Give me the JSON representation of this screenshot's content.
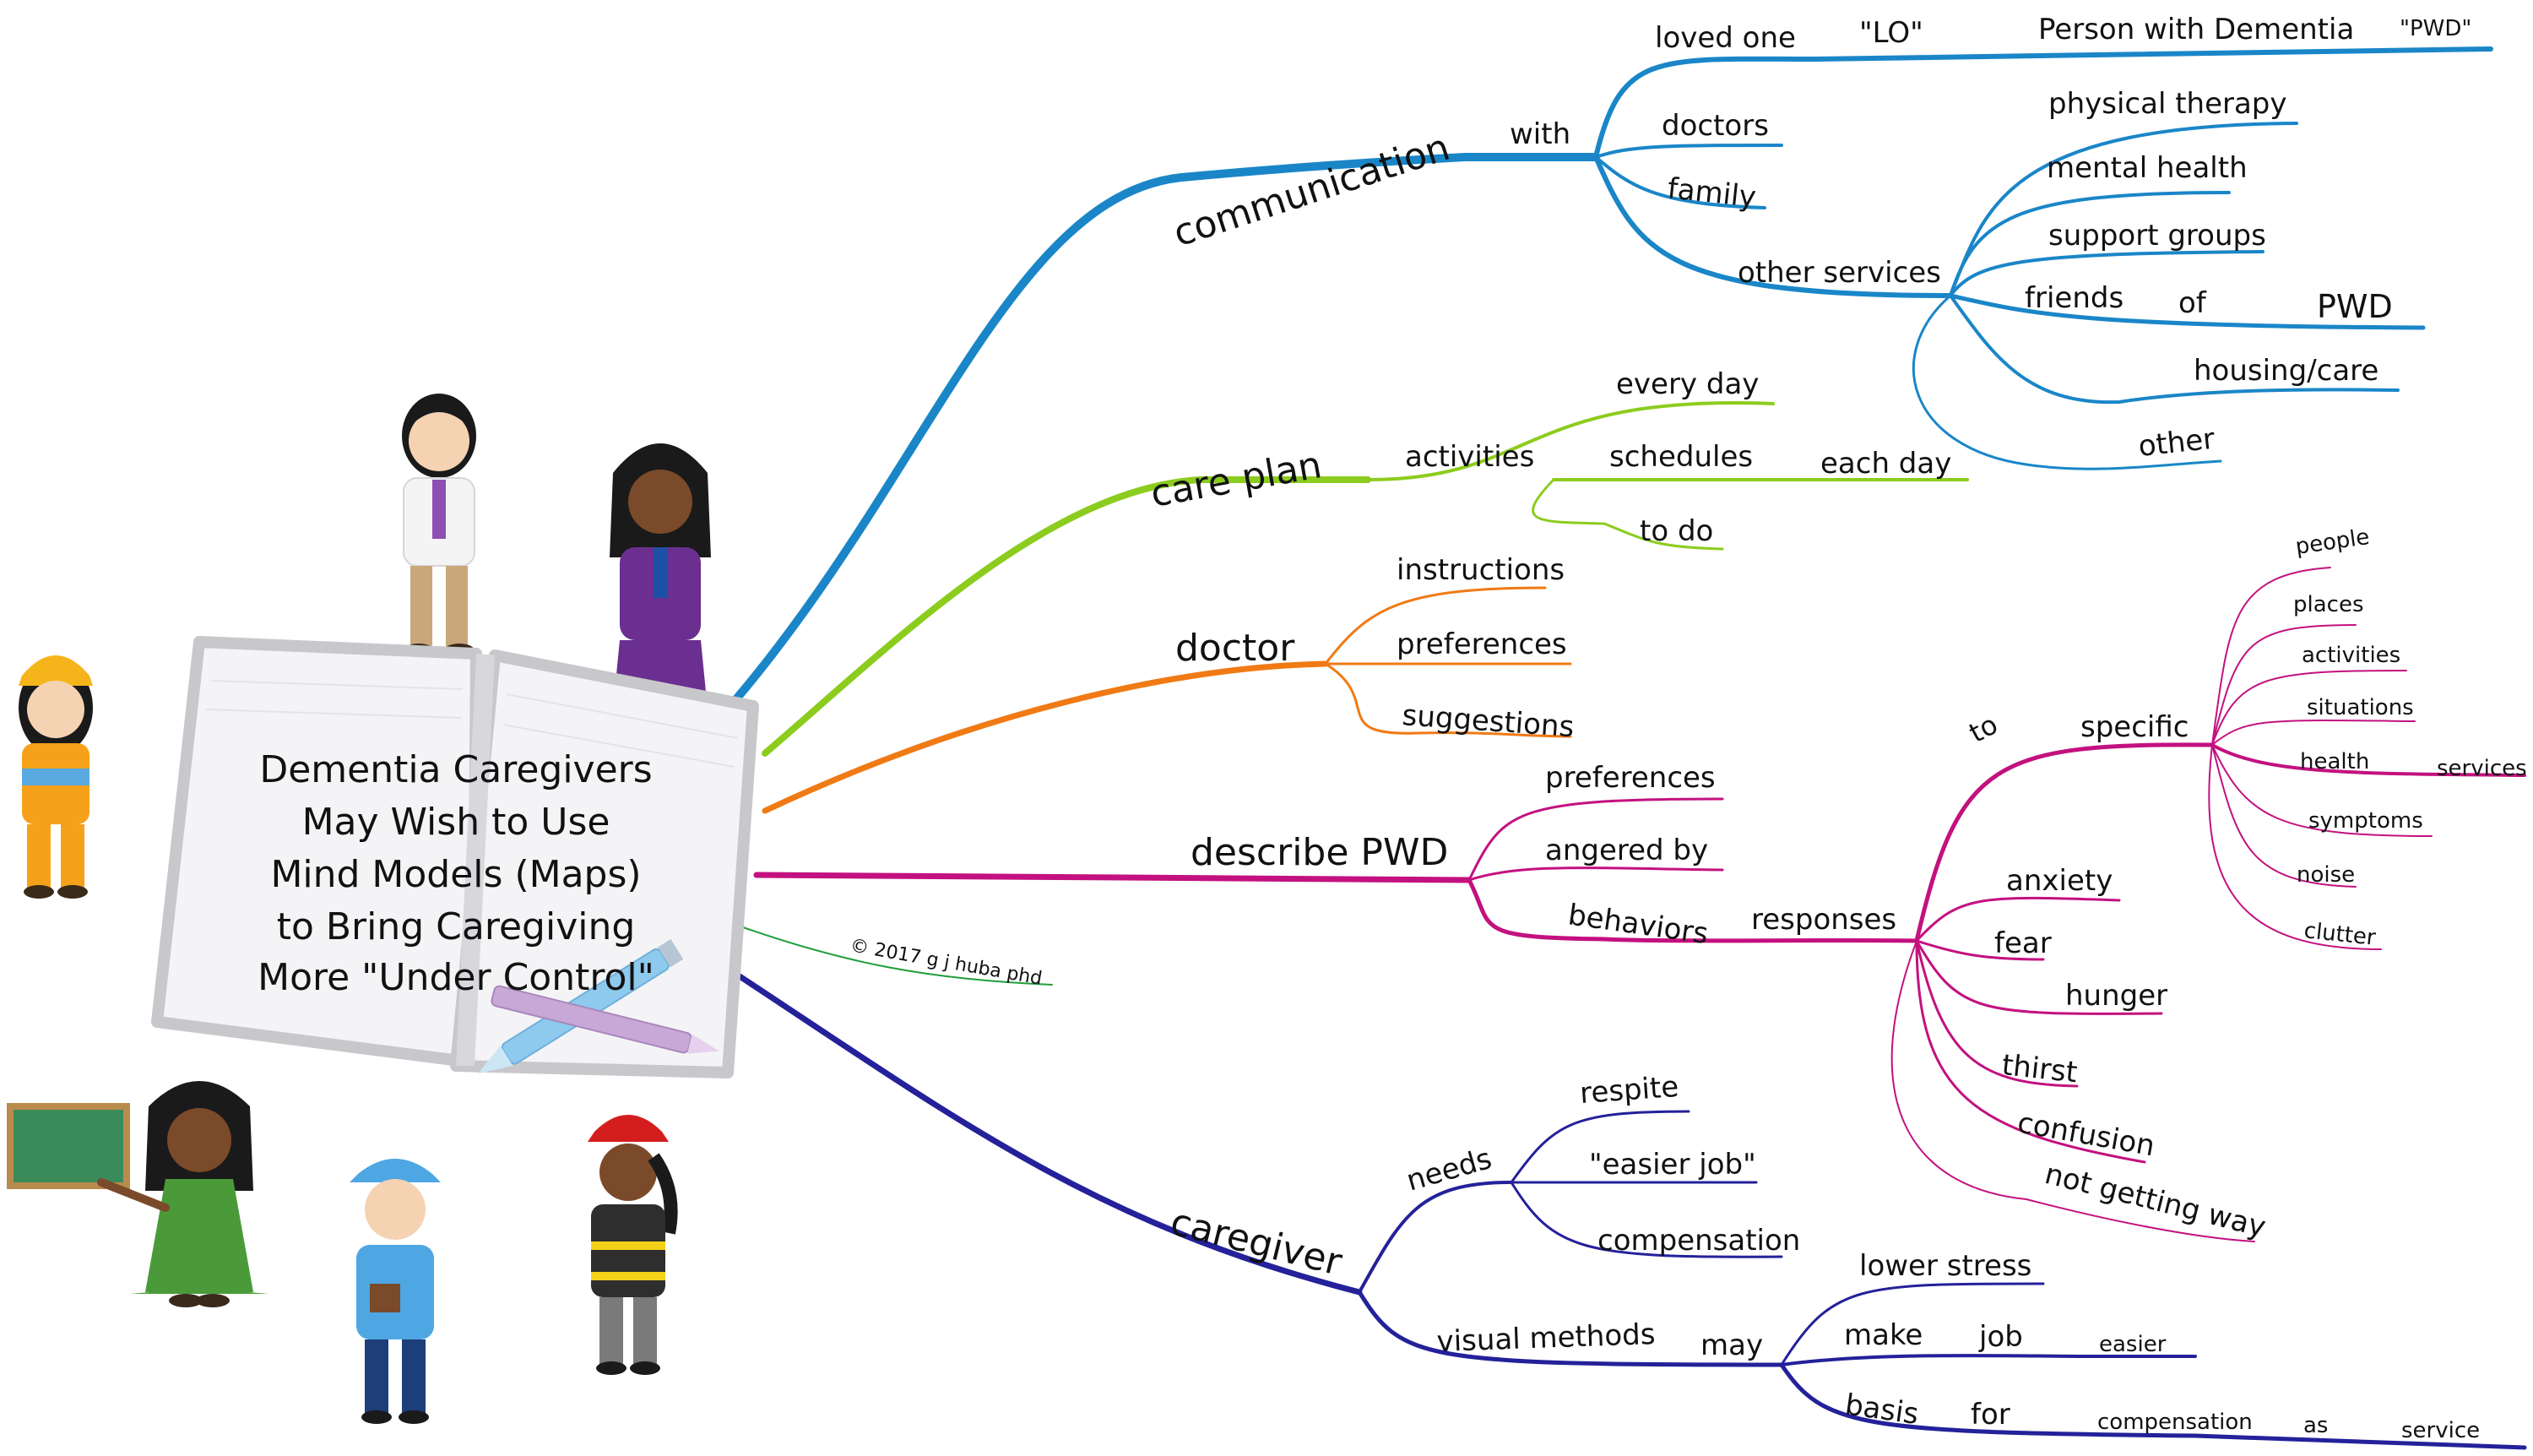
{
  "title_lines": [
    "Dementia Caregivers",
    "May Wish to Use",
    "Mind Models (Maps)",
    "to Bring Caregiving",
    "More \"Under Control\""
  ],
  "copyright": "© 2017 g j huba phd",
  "colors": {
    "communication": "#1a86c8",
    "care_plan": "#8ccc1e",
    "doctor": "#f07a14",
    "describe_pwd": "#c3117f",
    "caregiver": "#24219a",
    "copyright": "#1f9e3a"
  },
  "branches": {
    "communication": {
      "label": "communication",
      "with": "with",
      "loved_one": "loved one",
      "lo": "\"LO\"",
      "person_with_dementia": "Person with Dementia",
      "pwd_quote": "\"PWD\"",
      "doctors": "doctors",
      "family": "family",
      "other_services": "other services",
      "physical_therapy": "physical therapy",
      "mental_health": "mental health",
      "support_groups": "support groups",
      "friends": "friends",
      "of": "of",
      "pwd": "PWD",
      "housing_care": "housing/care",
      "other": "other"
    },
    "care_plan": {
      "label": "care plan",
      "activities": "activities",
      "every_day": "every day",
      "schedules": "schedules",
      "each_day": "each day",
      "to_do": "to do"
    },
    "doctor": {
      "label": "doctor",
      "instructions": "instructions",
      "preferences": "preferences",
      "suggestions": "suggestions"
    },
    "describe_pwd": {
      "label": "describe PWD",
      "preferences": "preferences",
      "angered_by": "angered by",
      "behaviors": "behaviors",
      "responses": "responses",
      "to": "to",
      "specific": "specific",
      "people": "people",
      "places": "places",
      "activities": "activities",
      "situations": "situations",
      "health": "health",
      "services": "services",
      "symptoms": "symptoms",
      "noise": "noise",
      "clutter": "clutter",
      "anxiety": "anxiety",
      "fear": "fear",
      "hunger": "hunger",
      "thirst": "thirst",
      "confusion": "confusion",
      "not_getting_way": "not getting way"
    },
    "caregiver": {
      "label": "caregiver",
      "needs": "needs",
      "respite": "respite",
      "easier_job": "\"easier job\"",
      "compensation": "compensation",
      "visual_methods": "visual methods",
      "may": "may",
      "lower_stress": "lower stress",
      "make": "make",
      "job": "job",
      "easier": "easier",
      "basis": "basis",
      "for": "for",
      "compensation2": "compensation",
      "as": "as",
      "service": "service"
    }
  }
}
